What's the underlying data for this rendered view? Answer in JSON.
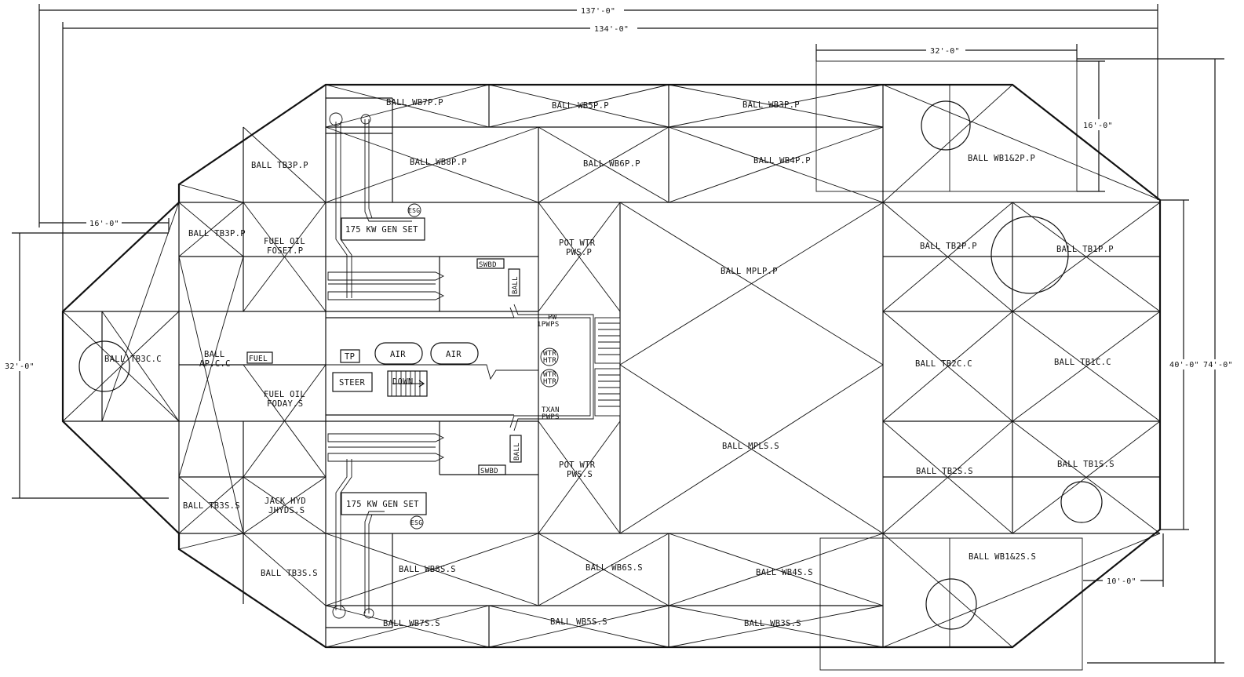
{
  "dimensions": {
    "overall_length": "137'-0\"",
    "hull_length": "134'-0\"",
    "tank_width": "32'-0\"",
    "tank_depth": "16'-0\"",
    "bow_length": "16'-0\"",
    "bow_width": "32'-0\"",
    "stern_width": "40'-0\"",
    "overall_width": "74'-0\"",
    "stern_offset": "10'-0\""
  },
  "tanks": {
    "wb7p": "BALL WB7P.P",
    "wb5p": "BALL WB5P.P",
    "wb3p": "BALL WB3P.P",
    "tb3p_outer": "BALL TB3P.P",
    "wb8p": "BALL WB8P.P",
    "wb6p": "BALL WB6P.P",
    "wb4p": "BALL WB4P.P",
    "wb12p": "BALL WB1&2P.P",
    "tb3p_inner": "BALL TB3P.P",
    "fuel_p_line1": "FUEL OIL",
    "fuel_p_line2": "FOSET.P",
    "pot_p_line1": "POT WTR",
    "pot_p_line2": "PWS.P",
    "mplp": "BALL MPLP.P",
    "tb2p": "BALL TB2P.P",
    "tb1p": "BALL TB1P.P",
    "tb3c": "BALL TB3C.C",
    "apc_line1": "BALL",
    "apc_line2": "AP.C.C",
    "tb2c": "BALL TB2C.C",
    "tb1c": "BALL TB1C.C",
    "fuel_s_line1": "FUEL OIL",
    "fuel_s_line2": "FODAY.S",
    "pot_s_line1": "POT WTR",
    "pot_s_line2": "PWS.S",
    "mpls": "BALL MPLS.S",
    "tb2s": "BALL TB2S.S",
    "tb1s": "BALL TB1S.S",
    "tb3s_inner": "BALL TB3S.S",
    "jack_line1": "JACK HYD",
    "jack_line2": "JHYDS.S",
    "tb3s_outer": "BALL TB3S.S",
    "wb8s": "BALL WB8S.S",
    "wb6s": "BALL WB6S.S",
    "wb4s": "BALL WB4S.S",
    "wb12s": "BALL WB1&2S.S",
    "wb7s": "BALL WB7S.S",
    "wb5s": "BALL WB5S.S",
    "wb3s": "BALL WB3S.S"
  },
  "equipment": {
    "gen_p": "175 KW GEN SET",
    "gen_s": "175 KW GEN SET",
    "esg_p": "ESG",
    "esg_s": "ESG",
    "swbd_p": "SWBD",
    "swbd_s": "SWBD",
    "ball_p": "BALL",
    "ball_s": "BALL",
    "fuel_box": "FUEL",
    "tp_box": "TP",
    "air_1": "AIR",
    "air_2": "AIR",
    "steer": "STEER",
    "down": "DOWN",
    "wtr_htr_1a": "WTR",
    "wtr_htr_1b": "HTR",
    "wtr_htr_2a": "WTR",
    "wtr_htr_2b": "HTR",
    "pwps_p_1": "PW",
    "pwps_p_2": "1PWPS",
    "pwps_s_1": "TXAN",
    "pwps_s_2": "PWPS"
  }
}
